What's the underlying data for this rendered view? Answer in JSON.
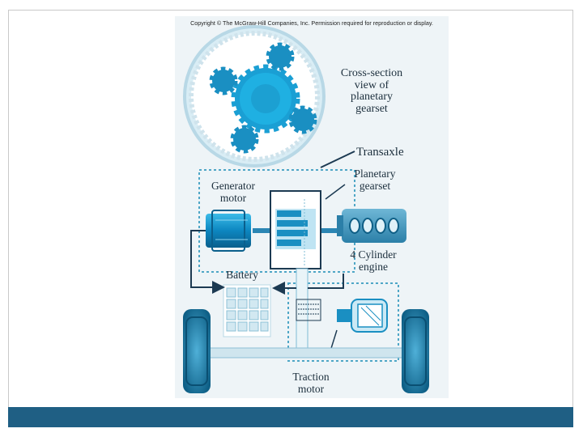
{
  "copyright": "Copyright © The McGraw-Hill Companies, Inc. Permission required for reproduction or display.",
  "labels": {
    "cross_section_1": "Cross-section",
    "cross_section_2": "view of",
    "cross_section_3": "planetary",
    "cross_section_4": "gearset",
    "transaxle": "Transaxle",
    "planetary_1": "Planetary",
    "planetary_2": "gearset",
    "generator_1": "Generator",
    "generator_2": "motor",
    "engine_1": "4 Cylinder",
    "engine_2": "engine",
    "battery": "Battery",
    "traction_1": "Traction",
    "traction_2": "motor"
  },
  "colors": {
    "frame_bar": "#1f5f84",
    "gear_blue": "#1a9fd4",
    "dark_blue": "#0f6f9e",
    "line": "#1c3a52",
    "dotted": "#4ea6c6"
  },
  "icons": [
    "planetary-gear-icon",
    "generator-motor-icon",
    "engine-icon",
    "battery-icon",
    "traction-motor-icon",
    "wheel-icon"
  ]
}
